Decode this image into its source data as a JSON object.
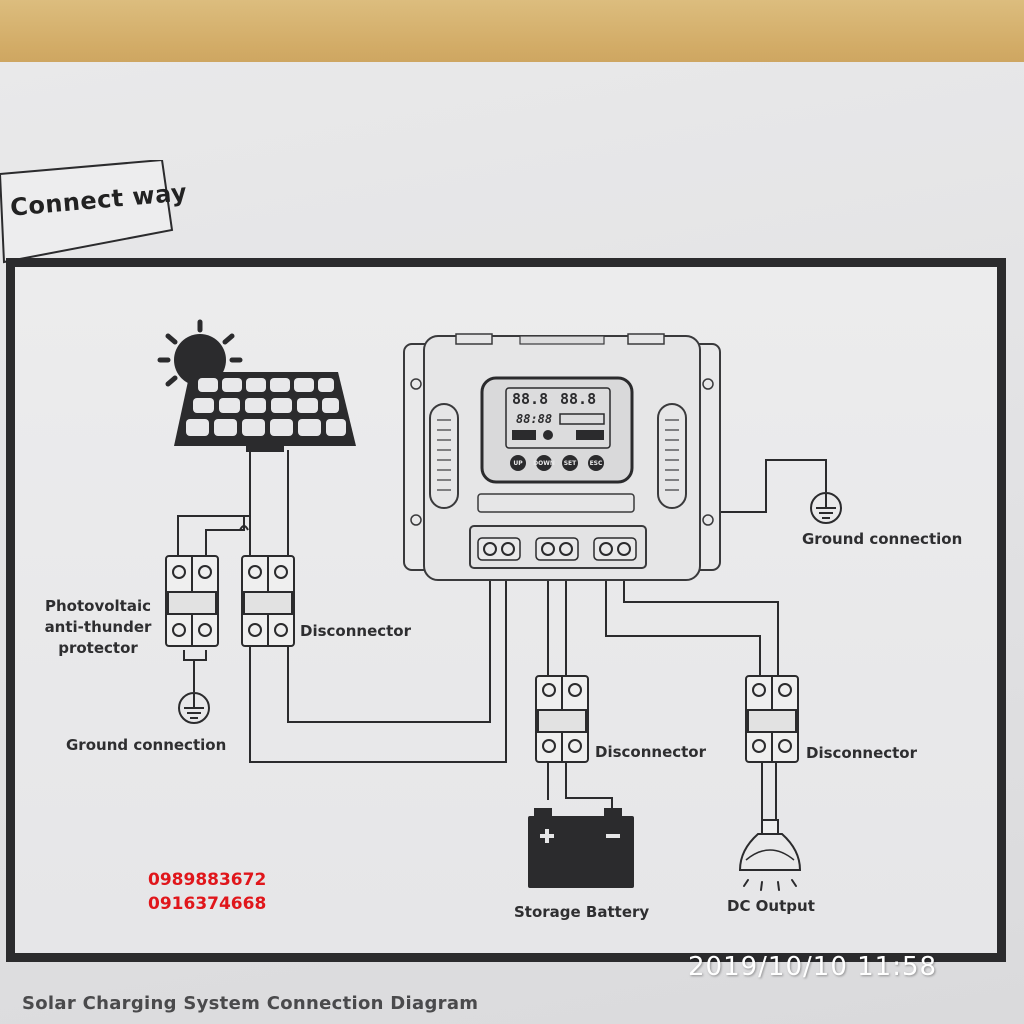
{
  "header": {
    "connect_way": "Connect way"
  },
  "labels": {
    "pv_protector": [
      "Photovoltaic",
      "anti-thunder",
      "protector"
    ],
    "disconnector": "Disconnector",
    "ground_connection": "Ground connection",
    "storage_battery": "Storage Battery",
    "dc_output": "DC Output"
  },
  "controller_display": {
    "digits_left": "88.8",
    "digits_right": "88.8",
    "time": "88:88",
    "buttons": [
      "UP",
      "DOWN",
      "SET",
      "ESC"
    ]
  },
  "phones": [
    "0989883672",
    "0916374668"
  ],
  "footer": {
    "caption": "Solar Charging System Connection Diagram"
  },
  "timestamp": "2019/10/10  11:58",
  "colors": {
    "line": "#2b2b2d",
    "phone_red": "#e0161b",
    "stamp": "#ffffff"
  }
}
